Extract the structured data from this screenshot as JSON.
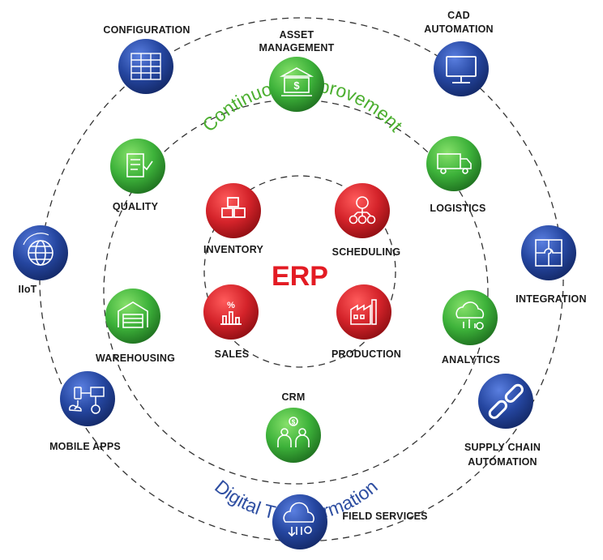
{
  "center": {
    "label": "ERP",
    "color": "#e31b23"
  },
  "arc_labels": {
    "top": {
      "text": "Continuous Improvement",
      "color": "#4caf30"
    },
    "bottom": {
      "text": "Digital Transformation",
      "color": "#2f4fa2"
    }
  },
  "colors": {
    "red_node": "#d4232a",
    "green_node": "#3db23a",
    "blue_node": "#2546a0",
    "dashed_ring": "#333333"
  },
  "inner_nodes": [
    {
      "id": "inventory",
      "label": "INVENTORY",
      "icon": "boxes-icon"
    },
    {
      "id": "scheduling",
      "label": "SCHEDULING",
      "icon": "network-gear-icon"
    },
    {
      "id": "sales",
      "label": "SALES",
      "icon": "percent-chart-icon"
    },
    {
      "id": "production",
      "label": "PRODUCTION",
      "icon": "factory-icon"
    }
  ],
  "middle_nodes": [
    {
      "id": "asset-management",
      "label": [
        "ASSET",
        "MANAGEMENT"
      ],
      "icon": "bank-dollar-icon"
    },
    {
      "id": "quality",
      "label": [
        "QUALITY"
      ],
      "icon": "checklist-icon"
    },
    {
      "id": "logistics",
      "label": [
        "LOGISTICS"
      ],
      "icon": "truck-icon"
    },
    {
      "id": "warehousing",
      "label": [
        "WAREHOUSING"
      ],
      "icon": "warehouse-icon"
    },
    {
      "id": "analytics",
      "label": [
        "ANALYTICS"
      ],
      "icon": "cloud-analytics-icon"
    },
    {
      "id": "crm",
      "label": [
        "CRM"
      ],
      "icon": "people-dollar-icon"
    }
  ],
  "outer_nodes": [
    {
      "id": "configuration",
      "label": [
        "CONFIGURATION"
      ],
      "icon": "server-rack-icon"
    },
    {
      "id": "cad-automation",
      "label": [
        "CAD",
        "AUTOMATION"
      ],
      "icon": "monitor-icon"
    },
    {
      "id": "iiot",
      "label": [
        "IIoT"
      ],
      "icon": "globe-icon"
    },
    {
      "id": "integration",
      "label": [
        "INTEGRATION"
      ],
      "icon": "puzzle-icon"
    },
    {
      "id": "mobile-apps",
      "label": [
        "MOBILE APPS"
      ],
      "icon": "devices-icon"
    },
    {
      "id": "supply-chain-automation",
      "label": [
        "SUPPLY CHAIN",
        "AUTOMATION"
      ],
      "icon": "chain-link-icon"
    },
    {
      "id": "field-services",
      "label": [
        "FIELD SERVICES"
      ],
      "icon": "cloud-service-icon"
    }
  ]
}
